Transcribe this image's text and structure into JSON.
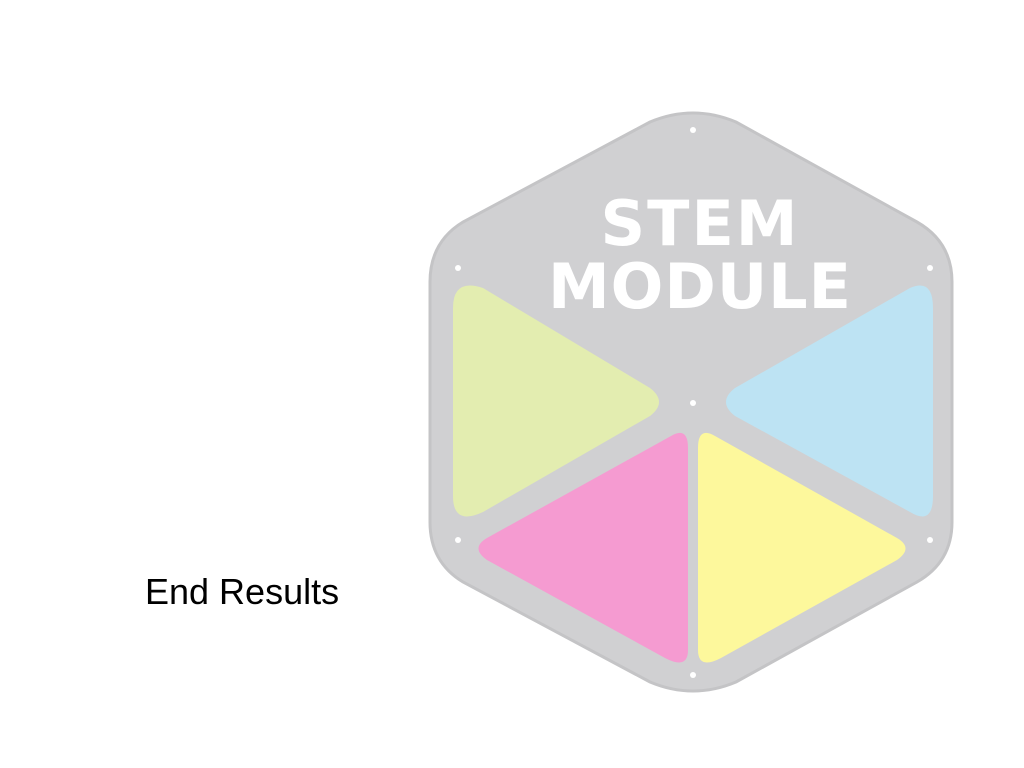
{
  "slide": {
    "caption": "End Results"
  },
  "logo": {
    "line1": "STEM",
    "line2": "MODULE",
    "colors": {
      "frame": "#d0d0d2",
      "frame_edge": "#c4c4c6",
      "text": "#ffffff",
      "green": "#e3edb0",
      "blue": "#bde3f3",
      "pink": "#f59bd1",
      "yellow": "#fdf89c",
      "dot": "#ffffff"
    }
  }
}
